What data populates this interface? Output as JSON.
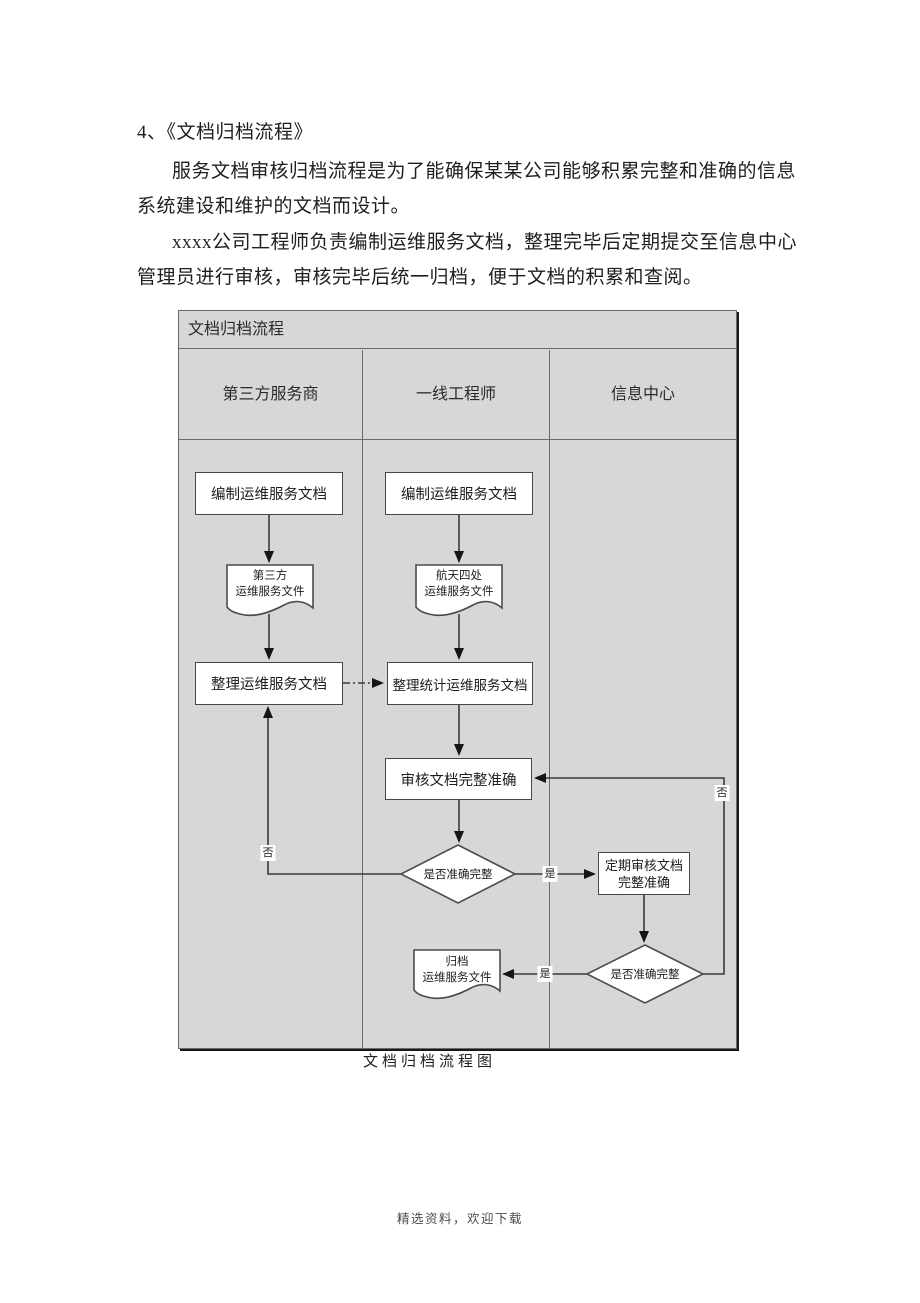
{
  "document": {
    "heading": "4、《文档归档流程》",
    "paragraph1": [
      "服务文档审核归档流程是为了能确保某某公司能够积累完整和准确的信息",
      "系统建设和维护的文档而设计。"
    ],
    "paragraph2": [
      "xxxx公司工程师负责编制运维服务文档，整理完毕后定期提交至信息中心",
      "管理员进行审核，审核完毕后统一归档，便于文档的积累和查阅。"
    ],
    "figure_caption": "文档归档流程图",
    "footer": "精选资料，欢迎下载"
  },
  "flowchart": {
    "title": "文档归档流程",
    "lanes": [
      {
        "label": "第三方服务商"
      },
      {
        "label": "一线工程师"
      },
      {
        "label": "信息中心"
      }
    ],
    "nodes": {
      "vendor_compile": "编制运维服务文档",
      "engineer_compile": "编制运维服务文档",
      "vendor_doc_line1": "第三方",
      "vendor_doc_line2": "运维服务文件",
      "engineer_doc_line1": "航天四处",
      "engineer_doc_line2": "运维服务文件",
      "vendor_organize": "整理运维服务文档",
      "engineer_organize": "整理统计运维服务文档",
      "engineer_review": "审核文档完整准确",
      "engineer_decision": "是否准确完整",
      "center_review_line1": "定期审核文档",
      "center_review_line2": "完整准确",
      "center_decision": "是否准确完整",
      "archive_doc_line1": "归档",
      "archive_doc_line2": "运维服务文件"
    },
    "edge_labels": {
      "yes": "是",
      "no": "否"
    },
    "colors": {
      "lane_background": "#d7d7d7",
      "node_background": "#ffffff",
      "line": "#3a3a3a"
    }
  }
}
